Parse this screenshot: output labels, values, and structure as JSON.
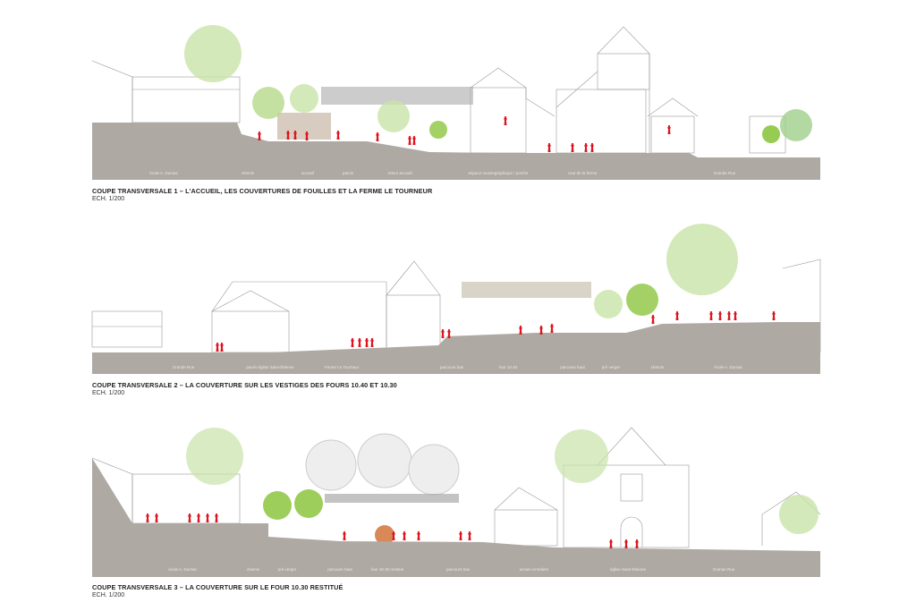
{
  "sections": [
    {
      "title": "COUPE TRANSVERSALE 1 – L'ACCUEIL, LES COUVERTURES DE FOUILLES ET LA FERME LE TOURNEUR",
      "scale": "ECH. 1/200",
      "labels": [
        "école A. Dumas",
        "chemin",
        "accueil",
        "parvis",
        "retour accueil",
        "espace muséographique / porche",
        "cour de la ferme",
        "Grande Rue"
      ]
    },
    {
      "title": "COUPE TRANSVERSALE 2 – LA COUVERTURE SUR LES VESTIGES DES FOURS 10.40 ET 10.30",
      "scale": "ECH. 1/200",
      "labels": [
        "Grande Rue",
        "parvis église Saint-Étienne",
        "Ferme Le Tourneur",
        "parcours bas",
        "four 10.40",
        "parcours haut",
        "pré verger",
        "chemin",
        "école A. Dumas"
      ]
    },
    {
      "title": "COUPE TRANSVERSALE 3 – LA COUVERTURE SUR LE FOUR 10.30 RESTITUÉ",
      "scale": "ECH. 1/200",
      "labels": [
        "école A. Dumas",
        "chemin",
        "pré verger",
        "parcours haut",
        "four 10.30 restitué",
        "parcours bas",
        "ancien cimetière",
        "église Saint-Étienne",
        "Grande Rue"
      ]
    }
  ],
  "colors": {
    "ground": "#afa9a3",
    "people": "#e0141e",
    "tree": "#8cc63f",
    "treeLight": "#c8e3a8",
    "line": "#888888"
  }
}
